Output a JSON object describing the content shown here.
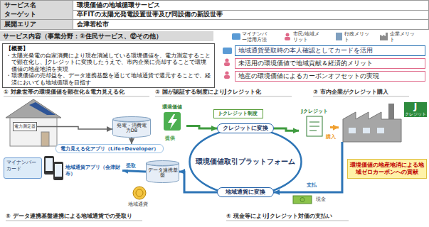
{
  "diagram": {
    "nodes": [
      {
        "text": [
          "サービス名"
        ]
      },
      {
        "text": [
          "環境価値の地域循環サービス"
        ]
      },
      {
        "text": [
          "ターゲット"
        ]
      },
      {
        "text": [
          "卒FITの太陽光発電設置世帯及び同設備の新設世帯"
        ]
      },
      {
        "text": [
          "展開エリア"
        ]
      },
      {
        "text": [
          "会津若松市"
        ]
      },
      {
        "text": [
          "サービス内容（事業分野：②住民サービス、⑫その他）"
        ]
      },
      {
        "text": [
          "【概要】",
          "・太陽光発電の自家消費により現在消滅している環境価値を、電力測定することで顕在化し、Jクレジットに変換したうえで、市内企業に売却することで環境価値の地産地消を実現",
          "・環境価値の売却益を、データ連携基盤を通じて地域通貨で還元することで、経済においても地域循環を目指す"
        ]
      },
      {
        "text": [
          "地域通貨受取時の本人確認としてカードを活用"
        ]
      },
      {
        "text": [
          "未活用の環境価値で地域貢献＆経済的メリット"
        ]
      },
      {
        "text": [
          "地産の環境価値によるカーボンオフセットの実現"
        ]
      },
      {
        "text": [
          "電力測定器"
        ]
      },
      {
        "text": [
          "マイナンバーカード"
        ]
      },
      {
        "text": [
          "電力見える化アプリ（Life+Developer）"
        ]
      },
      {
        "text": [
          "発電・消費電力DB"
        ]
      },
      {
        "text": [
          "地域通貨アプリ（会津財布）"
        ]
      },
      {
        "text": [
          "データ連携基盤"
        ]
      },
      {
        "text": [
          "環境価値"
        ]
      },
      {
        "text": [
          "環境価値取引プラットフォーム"
        ]
      },
      {
        "text": [
          "クレジットに変換"
        ],
        "in": 18
      },
      {
        "text": [
          "地域通貨に変換"
        ],
        "in": 18
      },
      {
        "text": [
          "J-クレジット制度"
        ]
      },
      {
        "text": [
          "Jクレジット"
        ]
      },
      {
        "text": [
          "J",
          "クレジット"
        ]
      },
      {
        "text": [
          "環境価値の地産地消による地域ゼロカーボンへの貢献"
        ]
      }
    ],
    "edges": [
      {
        "from": 17,
        "to": 19,
        "label": "提供",
        "arrow": "to"
      },
      {
        "from": 19,
        "to": 22,
        "arrow": "to"
      },
      {
        "from": 22,
        "to": 23,
        "label": "購入",
        "arrow": "to"
      },
      {
        "from": 23,
        "to": 20,
        "label": "支払",
        "arrow": "to"
      },
      {
        "from": 20,
        "to": 16,
        "arrow": "to"
      },
      {
        "from": 16,
        "to": 15,
        "label": "受取",
        "arrow": "to"
      },
      {
        "from": 11,
        "to": 14,
        "arrow": "to"
      },
      {
        "from": 14,
        "to": 13,
        "arrow": "to"
      }
    ],
    "labels": [
      "① 対象世帯の環境価値を顕在化＆電力見える化",
      "② 国が認証する制度によりJクレジット化",
      "③ 市内企業がクレジット購入",
      "④ 現金等によりJクレジット対価の支払い",
      "⑤ データ連携基盤連携による地域通貨での受取り",
      "現金",
      "地域通貨"
    ],
    "legend": [
      {
        "text": "マイナンバー活用方法"
      },
      {
        "text": "市民/地域メリット"
      },
      {
        "text": "行政メリット"
      },
      {
        "text": "企業メリット"
      }
    ]
  }
}
